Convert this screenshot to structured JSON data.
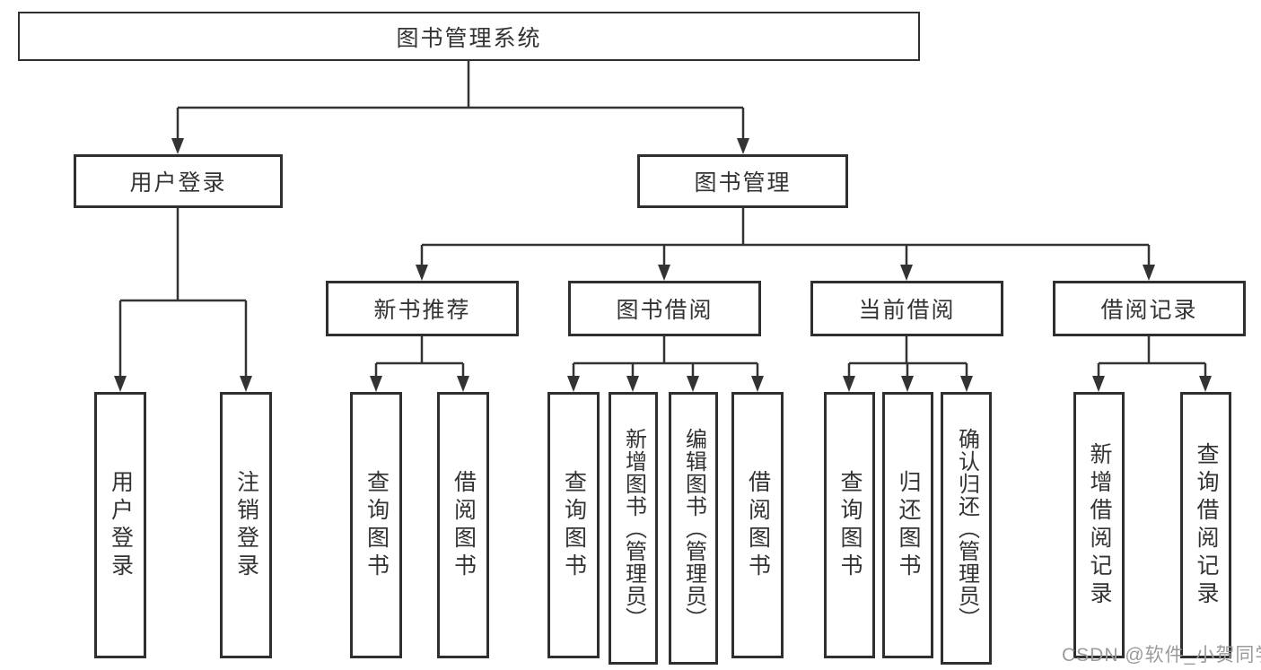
{
  "diagram": {
    "root": {
      "label": "图书管理系统"
    },
    "branches": [
      {
        "label": "用户登录",
        "children": [
          {
            "label": "用户登录"
          },
          {
            "label": "注销登录"
          }
        ]
      },
      {
        "label": "图书管理",
        "groups": [
          {
            "label": "新书推荐",
            "children": [
              {
                "label": "查询图书"
              },
              {
                "label": "借阅图书"
              }
            ]
          },
          {
            "label": "图书借阅",
            "children": [
              {
                "label": "查询图书"
              },
              {
                "label": "新增图书（管理员）"
              },
              {
                "label": "编辑图书（管理员）"
              },
              {
                "label": "借阅图书"
              }
            ]
          },
          {
            "label": "当前借阅",
            "children": [
              {
                "label": "查询图书"
              },
              {
                "label": "归还图书"
              },
              {
                "label": "确认归还（管理员）"
              }
            ]
          },
          {
            "label": "借阅记录",
            "children": [
              {
                "label": "新增借阅记录"
              },
              {
                "label": "查询借阅记录"
              }
            ]
          }
        ]
      }
    ],
    "watermark": "CSDN @软件_小贺同学",
    "colors": {
      "line": "#333333",
      "text": "#333333",
      "box_border": "#2f2f2f",
      "background": "#ffffff",
      "watermark": "#9b9b9b"
    }
  }
}
